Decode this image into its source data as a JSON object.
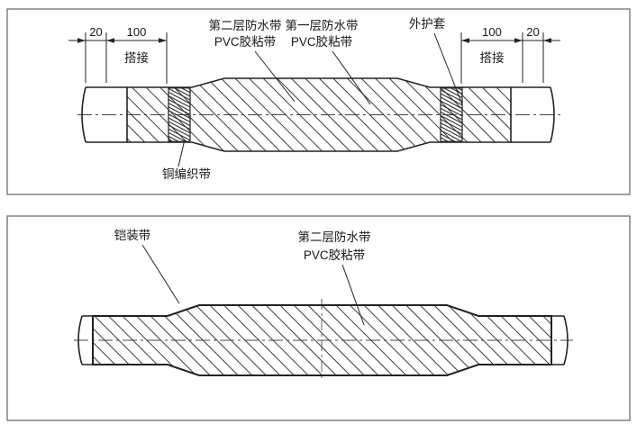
{
  "page": {
    "background": "#ffffff",
    "line_color": "#222222",
    "border_color": "#6e6e6e"
  },
  "top_diagram": {
    "dimensions": {
      "left_outer": "20",
      "left_overlap": "100",
      "right_overlap": "100",
      "right_outer": "20"
    },
    "overlap_label_left": "搭接",
    "overlap_label_right": "搭接",
    "labels": {
      "second_waterproof_layer_line1": "第二层防水带",
      "second_waterproof_layer_line2": "PVC胶粘带",
      "first_waterproof_layer_line1": "第一层防水带",
      "first_waterproof_layer_line2": "PVC胶粘带",
      "outer_sheath": "外护套",
      "copper_braid": "铜编织带"
    }
  },
  "bottom_diagram": {
    "labels": {
      "armor_tape": "铠装带",
      "second_waterproof_layer_line1": "第二层防水带",
      "second_waterproof_layer_line2": "PVC胶粘带"
    }
  }
}
